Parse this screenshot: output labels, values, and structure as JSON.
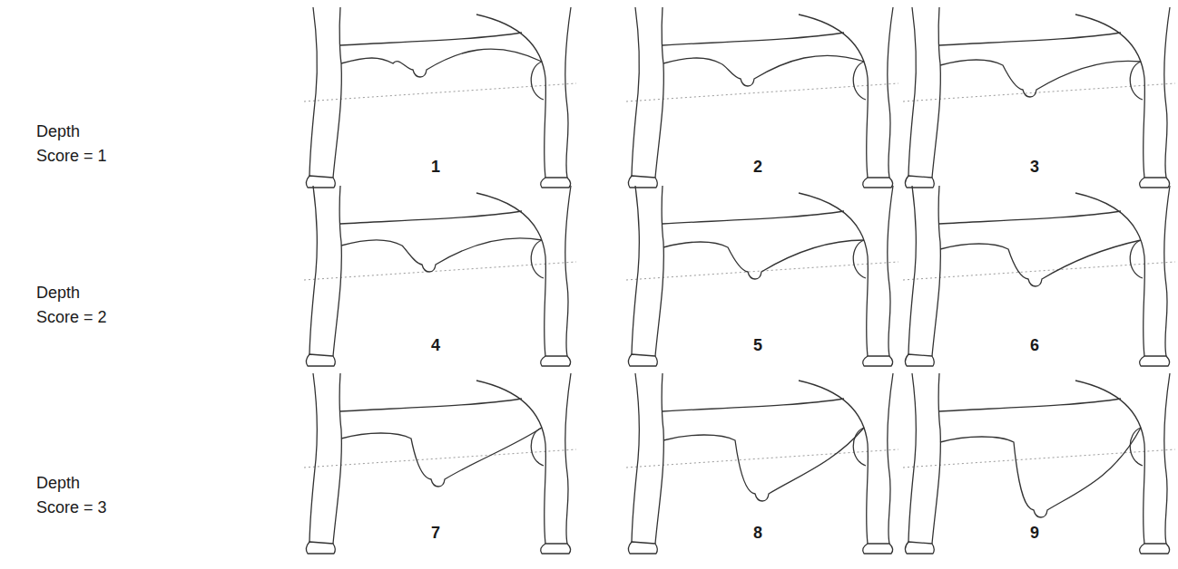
{
  "diagram": {
    "labels": [
      "Depth Score = 1",
      "1",
      "2",
      "3",
      "Depth Score = 2",
      "4",
      "5",
      "6",
      "Depth Score = 3",
      "7",
      "8",
      "9"
    ]
  }
}
